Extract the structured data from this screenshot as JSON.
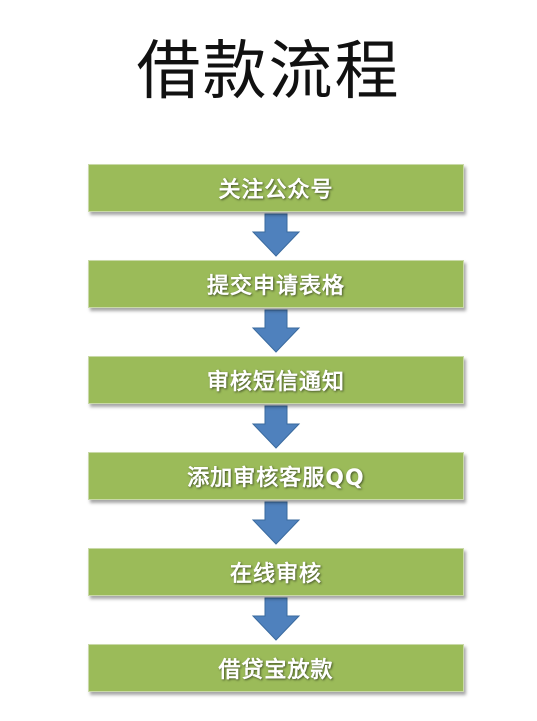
{
  "title": "借款流程",
  "steps": [
    {
      "label": "关注公众号"
    },
    {
      "label": "提交申请表格"
    },
    {
      "label": "审核短信通知"
    },
    {
      "label": "添加审核客服QQ"
    },
    {
      "label": "在线审核"
    },
    {
      "label": "借贷宝放款"
    }
  ],
  "colors": {
    "box_fill": "#9bbb59",
    "arrow_fill": "#4f81bd",
    "text": "#ffffff",
    "title": "#111111"
  }
}
